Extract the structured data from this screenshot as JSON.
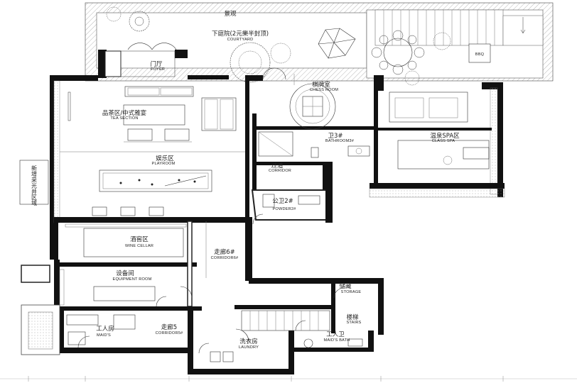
{
  "rooms": {
    "courtyard_top": {
      "cn": "景观",
      "en": ""
    },
    "courtyard": {
      "cn": "下庭院(2元樂半封顶)",
      "en": "COURTYARD"
    },
    "foyer": {
      "cn": "门厅",
      "en": "FOYER"
    },
    "chess": {
      "cn": "棋牌室",
      "en": "CHESS ROOM"
    },
    "tea": {
      "cn": "品茶区/中式雅宴",
      "en": "TEA SECTION"
    },
    "bathroom3": {
      "cn": "卫3#",
      "en": "BATHROOM3#"
    },
    "spa": {
      "cn": "温泉SPA区",
      "en": "CLASS SPA"
    },
    "corridor": {
      "cn": "过道",
      "en": "CORRIDOR"
    },
    "playroom": {
      "cn": "娱乐区",
      "en": "PLAYROOM"
    },
    "powder": {
      "cn": "公卫2#",
      "en": "POWDER2#"
    },
    "wine": {
      "cn": "酒窖区",
      "en": "WINE CELLAR"
    },
    "corridor6": {
      "cn": "走廊6#",
      "en": "CORRIDOR6#"
    },
    "equipment": {
      "cn": "设备间",
      "en": "EQUIPMENT ROOM"
    },
    "storage": {
      "cn": "储藏",
      "en": "STORAGE"
    },
    "stairs": {
      "cn": "楼梯",
      "en": "STAIRS"
    },
    "maid": {
      "cn": "工人房",
      "en": "MAID'S"
    },
    "corridor5": {
      "cn": "走廊5",
      "en": "CORRIDOR5#"
    },
    "laundry": {
      "cn": "洗衣房",
      "en": "LAUNDRY"
    },
    "maid_bath": {
      "cn": "工人卫",
      "en": "MAID'S BATH"
    }
  },
  "side_label": {
    "text": "新增采光井区域"
  },
  "bbq_label": {
    "text": "BBQ"
  }
}
